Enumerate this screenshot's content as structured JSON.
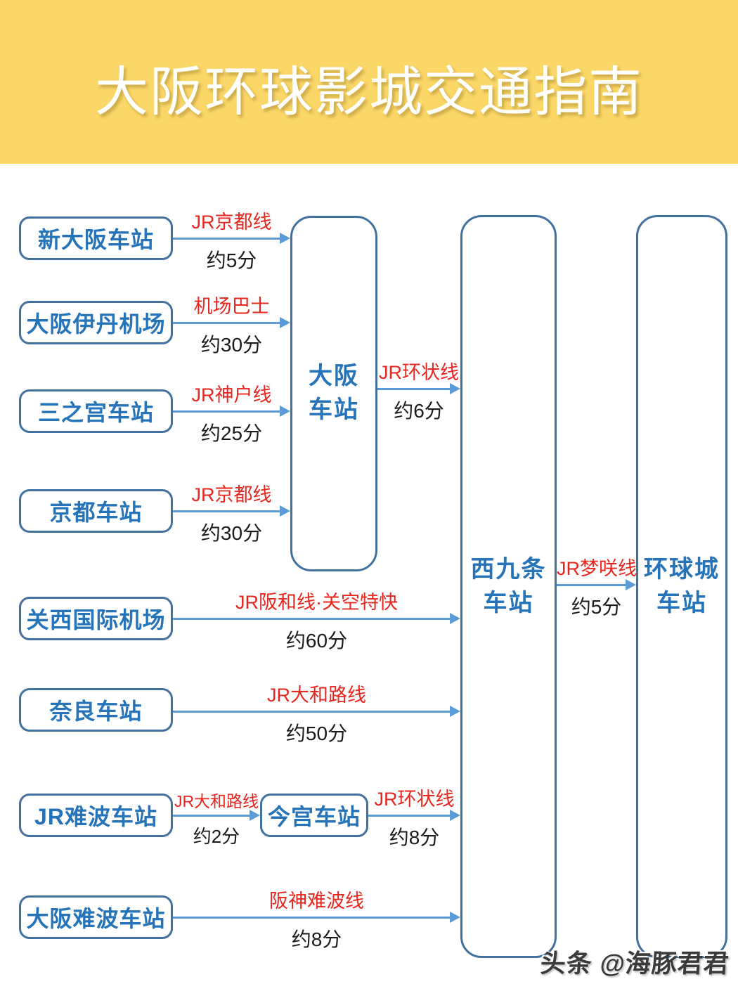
{
  "header": {
    "title": "大阪环球影城交通指南"
  },
  "stations": {
    "shin_osaka": "新大阪车站",
    "itami_airport": "大阪伊丹机场",
    "sannomiya": "三之宫车站",
    "kyoto": "京都车站",
    "kansai_airport": "关西国际机场",
    "nara": "奈良车站",
    "jr_namba": "JR难波车站",
    "osaka_namba": "大阪难波车站",
    "imamiya": "今宫车站",
    "osaka_hub": "大阪\n车站",
    "nishikujo_hub": "西九条\n车站",
    "universal_city_hub": "环球城\n车站"
  },
  "routes": {
    "shin_osaka_osaka": {
      "line": "JR京都线",
      "time": "约5分"
    },
    "itami_osaka": {
      "line": "机场巴士",
      "time": "约30分"
    },
    "sannomiya_osaka": {
      "line": "JR神户线",
      "time": "约25分"
    },
    "kyoto_osaka": {
      "line": "JR京都线",
      "time": "约30分"
    },
    "osaka_nishikujo": {
      "line": "JR环状线",
      "time": "约6分"
    },
    "kansai_nishikujo": {
      "line": "JR阪和线·关空特快",
      "time": "约60分"
    },
    "nara_nishikujo": {
      "line": "JR大和路线",
      "time": "约50分"
    },
    "jr_namba_imamiya": {
      "line": "JR大和路线",
      "time": "约2分"
    },
    "imamiya_nishikujo": {
      "line": "JR环状线",
      "time": "约8分"
    },
    "osaka_namba_nishikujo": {
      "line": "阪神难波线",
      "time": "约8分"
    },
    "nishikujo_universal": {
      "line": "JR梦咲线",
      "time": "约5分"
    }
  },
  "watermark": "头条 @海豚君君",
  "colors": {
    "banner": "#FBD768",
    "box_border": "#41719C",
    "station_text": "#2573B8",
    "arrow": "#5B9BD5",
    "line_text": "#E8251E",
    "time_text": "#1A1A1A"
  }
}
